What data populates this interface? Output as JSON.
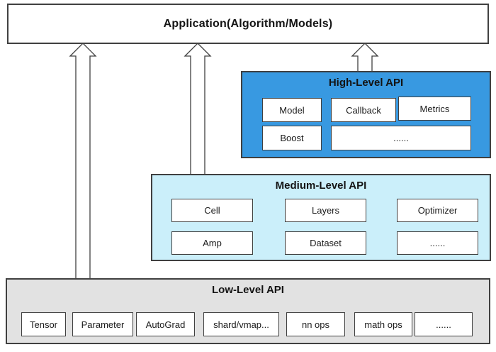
{
  "application": {
    "label": "Application(Algorithm/Models)"
  },
  "high_level": {
    "title": "High-Level API",
    "items": [
      "Model",
      "Callback",
      "Metrics",
      "Boost",
      "......"
    ]
  },
  "medium_level": {
    "title": "Medium-Level API",
    "items": [
      "Cell",
      "Layers",
      "Optimizer",
      "Amp",
      "Dataset",
      "......"
    ]
  },
  "low_level": {
    "title": "Low-Level API",
    "items": [
      "Tensor",
      "Parameter",
      "AutoGrad",
      "shard/vmap...",
      "nn ops",
      "math ops",
      "......"
    ]
  },
  "colors": {
    "high_level_bg": "#3899E1",
    "medium_level_bg": "#CBEFFA",
    "low_level_bg": "#E2E2E2",
    "item_bg": "#FFFFFF",
    "border": "#404040"
  }
}
